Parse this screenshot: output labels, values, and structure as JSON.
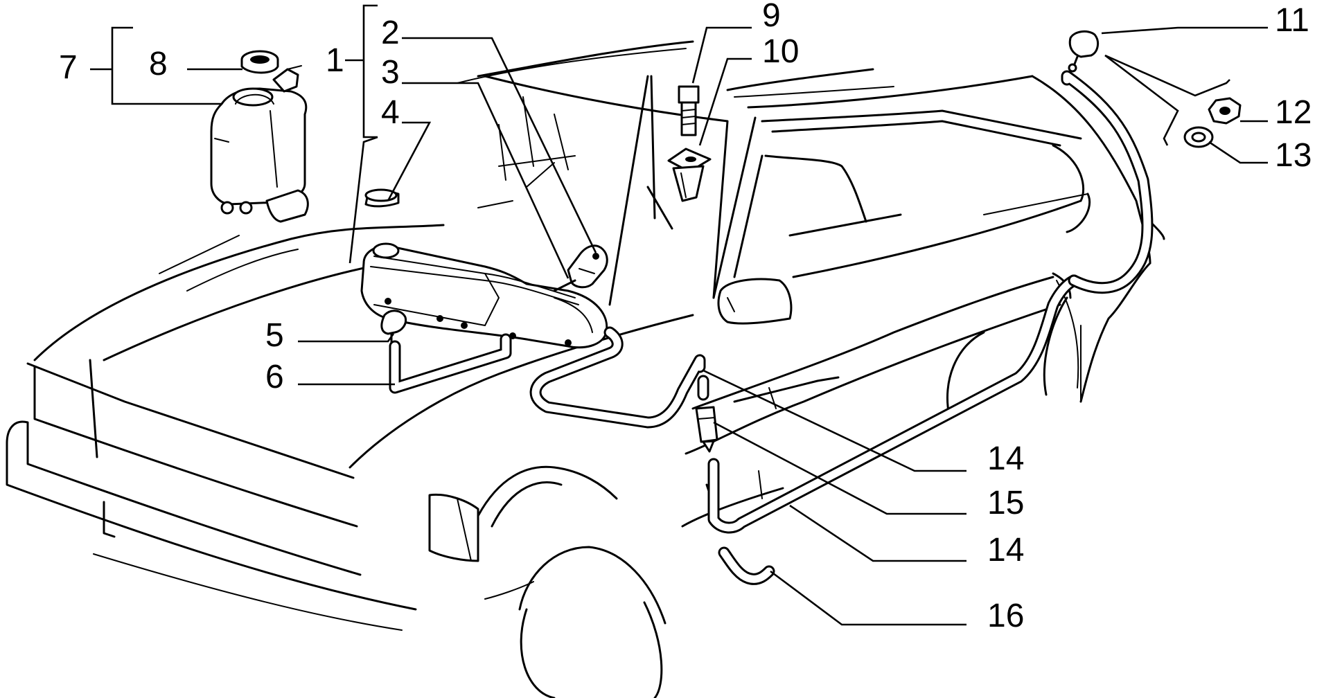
{
  "callouts": {
    "c1": "1",
    "c2": "2",
    "c3": "3",
    "c4": "4",
    "c5": "5",
    "c6": "6",
    "c7": "7",
    "c8": "8",
    "c9": "9",
    "c10": "10",
    "c11": "11",
    "c12": "12",
    "c13": "13",
    "c14a": "14",
    "c15": "15",
    "c14b": "14",
    "c16": "16"
  },
  "colors": {
    "ink": "#000000",
    "paper": "#ffffff"
  }
}
